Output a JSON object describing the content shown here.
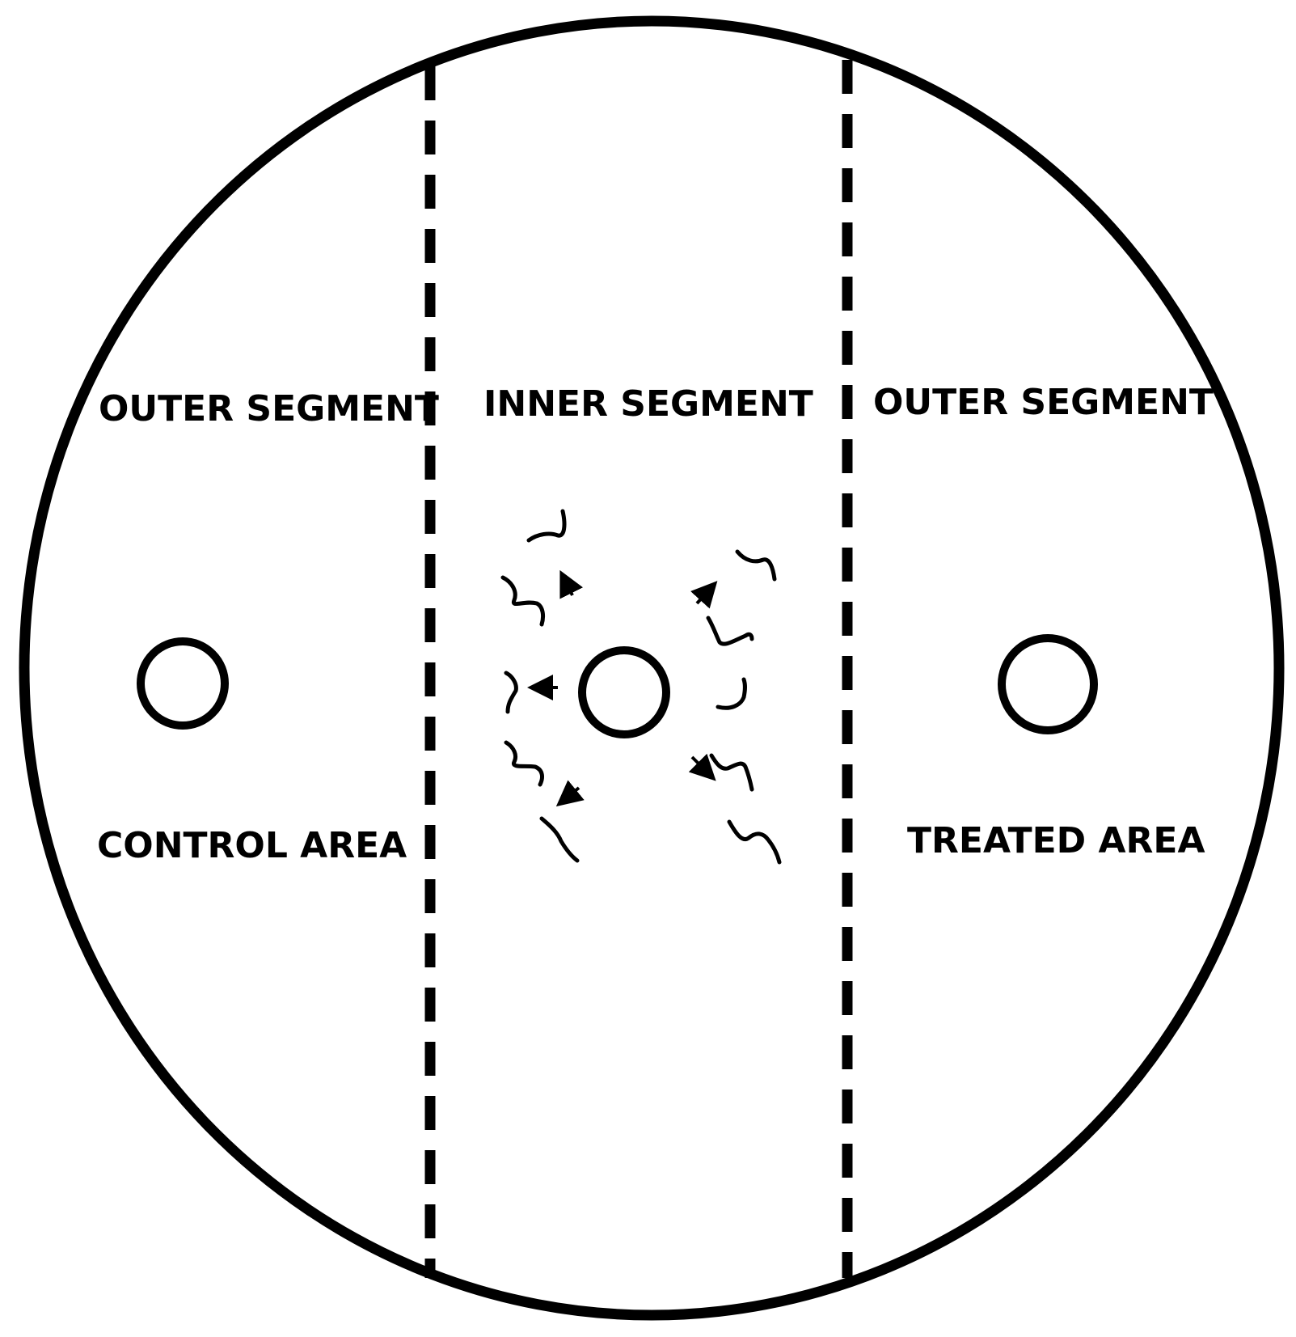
{
  "labels": {
    "outer_segment_left": "OUTER SEGMENT",
    "inner_segment": "INNER SEGMENT",
    "outer_segment_right": "OUTER SEGMENT",
    "control_area": "CONTROL AREA",
    "treated_area": "TREATED AREA"
  },
  "colors": {
    "stroke": "#000000",
    "background": "#ffffff"
  }
}
